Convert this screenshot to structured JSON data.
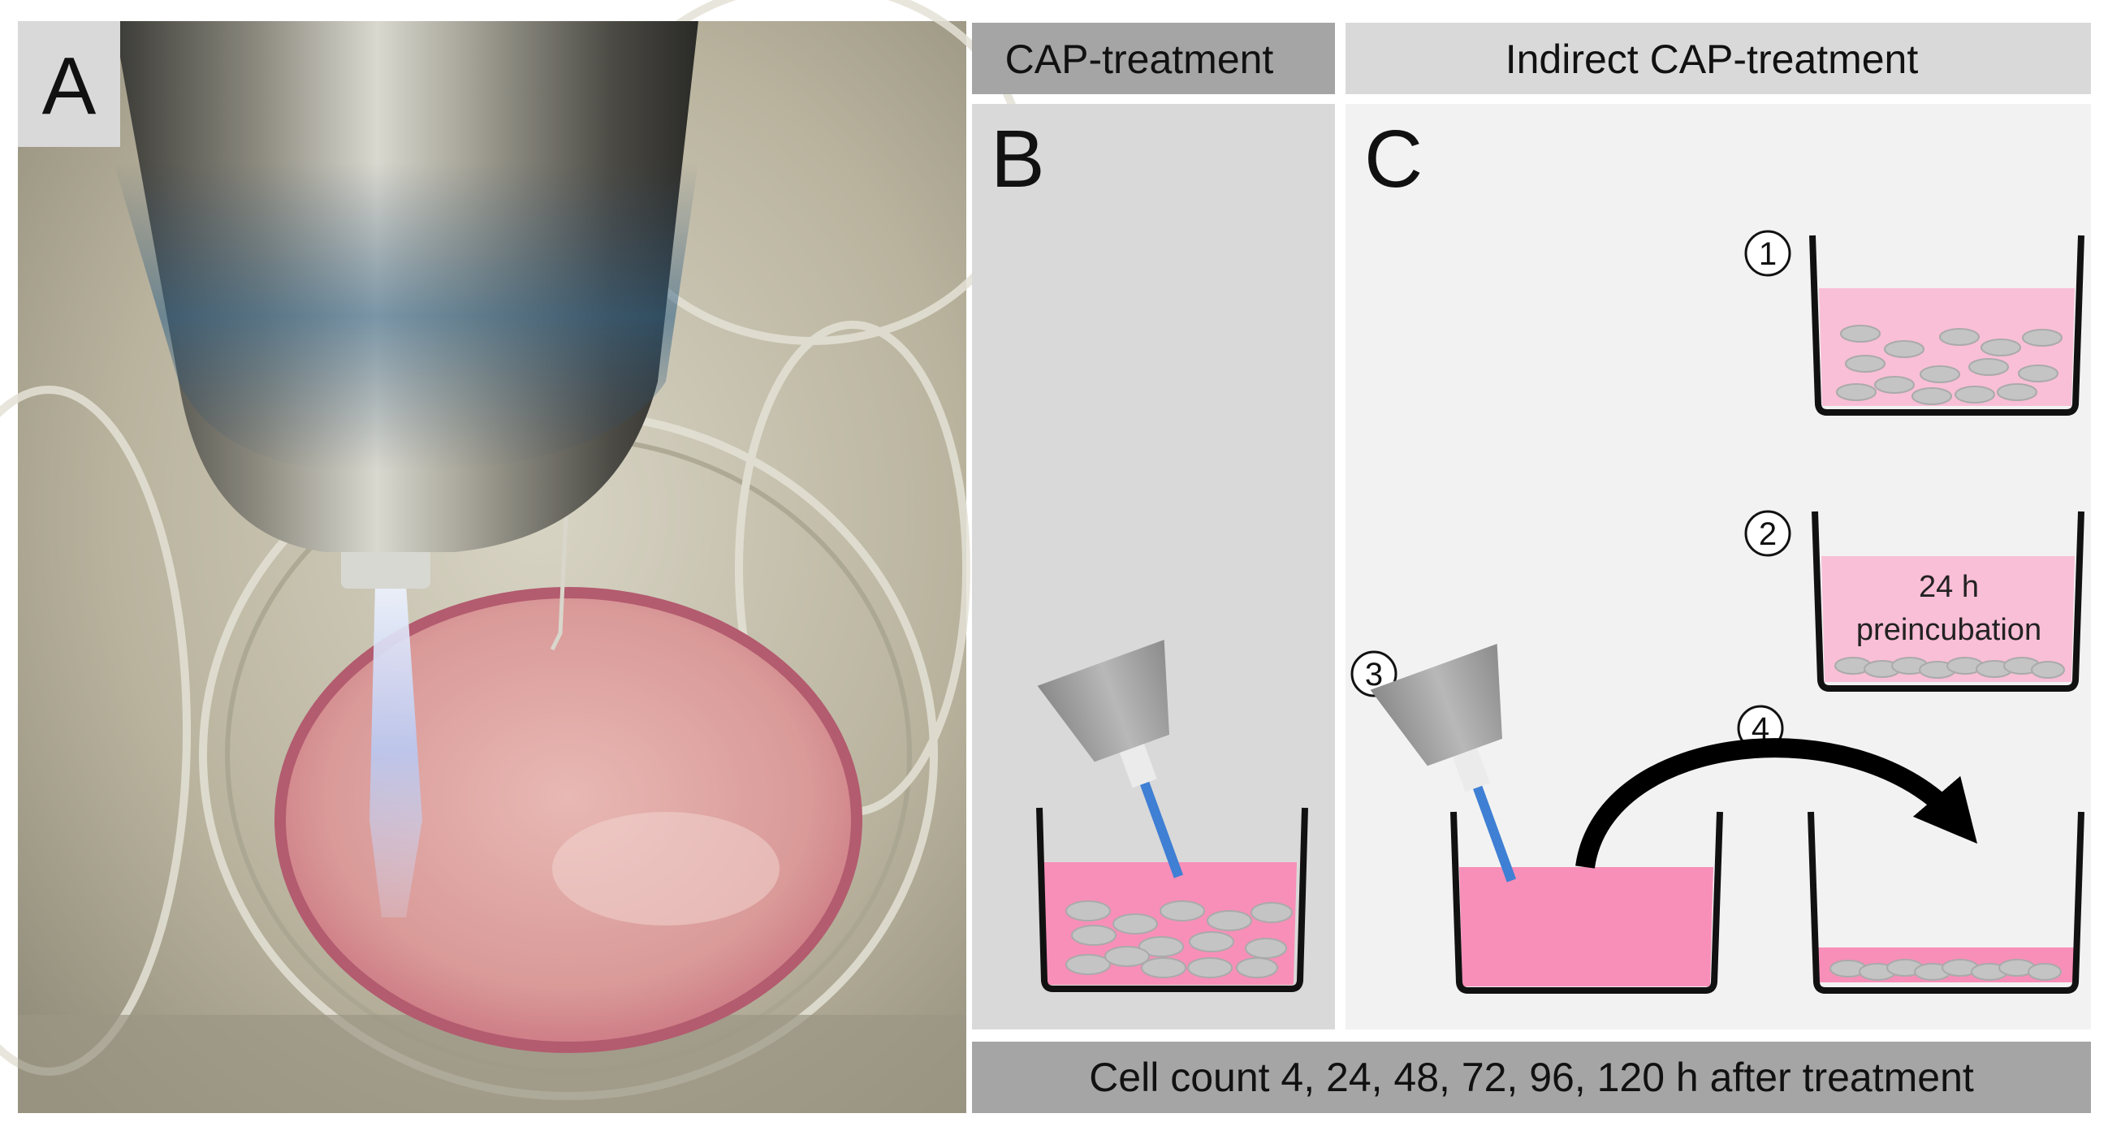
{
  "panels": {
    "a": {
      "letter": "A"
    },
    "b": {
      "letter": "B",
      "header": "CAP-treatment"
    },
    "c": {
      "letter": "C",
      "header": "Indirect CAP-treatment",
      "steps": [
        "1",
        "2",
        "3",
        "4"
      ],
      "preincubation_line1": "24 h",
      "preincubation_line2": "preincubation"
    }
  },
  "footer": {
    "text": "Cell count 4, 24, 48, 72, 96, 120 h after treatment"
  },
  "colors": {
    "medium": "#f88fb8",
    "medium_light": "#f9bfd6",
    "cell": "#c4c4c4",
    "header_dark": "#a5a5a5",
    "header_light": "#d9d9d9",
    "panel_b_bg": "#d9d9d9",
    "panel_c_bg": "#f2f2f2",
    "plasma_jet": "#3f7fd4"
  }
}
